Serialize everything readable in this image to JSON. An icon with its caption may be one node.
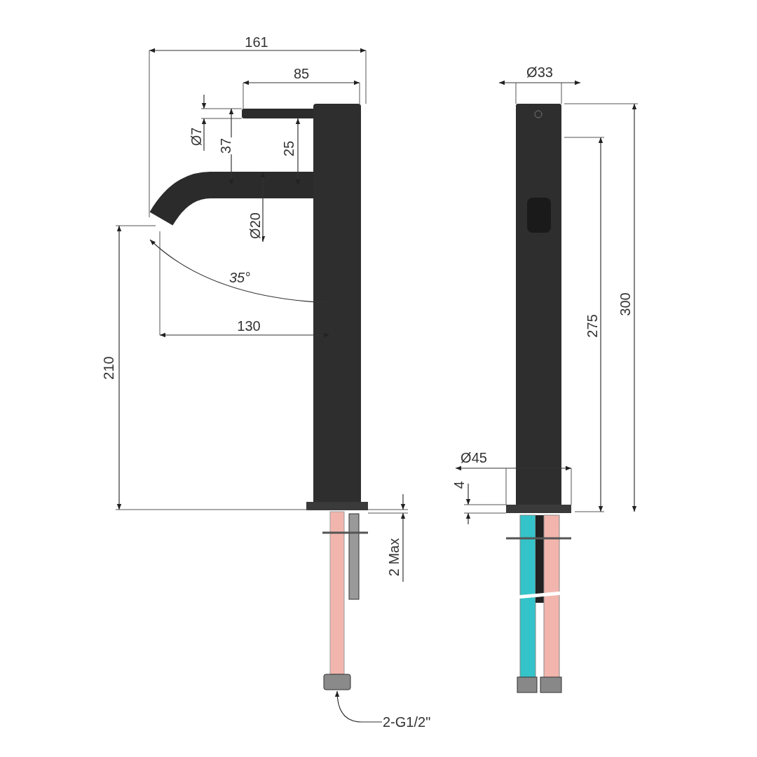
{
  "diagram": {
    "nodes": [
      {
        "text": [
          "2-G1/2\""
        ]
      },
      {
        "text": [],
        "shape": "box"
      }
    ],
    "edges": [
      {
        "from": 0,
        "to": 1,
        "arrow": "to"
      }
    ],
    "labels": [
      "161",
      "85",
      "Ø7",
      "37",
      "25",
      "Ø20",
      "35°",
      "130",
      "210",
      "2 Max",
      "Ø33",
      "275",
      "300",
      "Ø45",
      "4"
    ]
  }
}
